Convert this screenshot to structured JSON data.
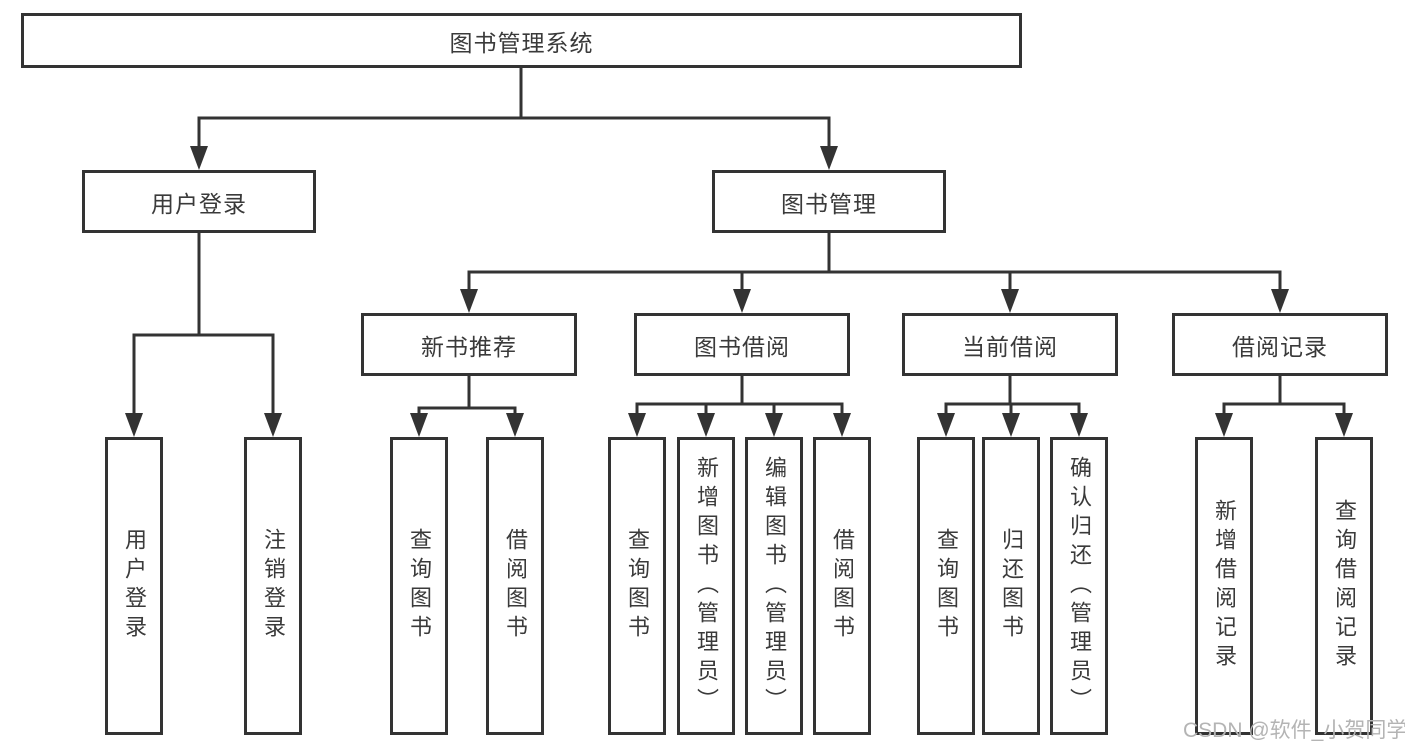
{
  "tree": {
    "root": {
      "label": "图书管理系统"
    },
    "login": {
      "label": "用户登录",
      "children": [
        {
          "label": "用户登录"
        },
        {
          "label": "注销登录"
        }
      ]
    },
    "manage": {
      "label": "图书管理",
      "groups": [
        {
          "label": "新书推荐",
          "children": [
            {
              "label": "查询图书"
            },
            {
              "label": "借阅图书"
            }
          ]
        },
        {
          "label": "图书借阅",
          "children": [
            {
              "label": "查询图书"
            },
            {
              "label": "新增图书（管理员）"
            },
            {
              "label": "编辑图书（管理员）"
            },
            {
              "label": "借阅图书"
            }
          ]
        },
        {
          "label": "当前借阅",
          "children": [
            {
              "label": "查询图书"
            },
            {
              "label": "归还图书"
            },
            {
              "label": "确认归还（管理员）"
            }
          ]
        },
        {
          "label": "借阅记录",
          "children": [
            {
              "label": "新增借阅记录"
            },
            {
              "label": "查询借阅记录"
            }
          ]
        }
      ]
    }
  },
  "watermark": "CSDN @软件_小贺同学",
  "colors": {
    "line": "#333333",
    "text": "#3a3a3a",
    "watermark": "#b4b4b4"
  }
}
